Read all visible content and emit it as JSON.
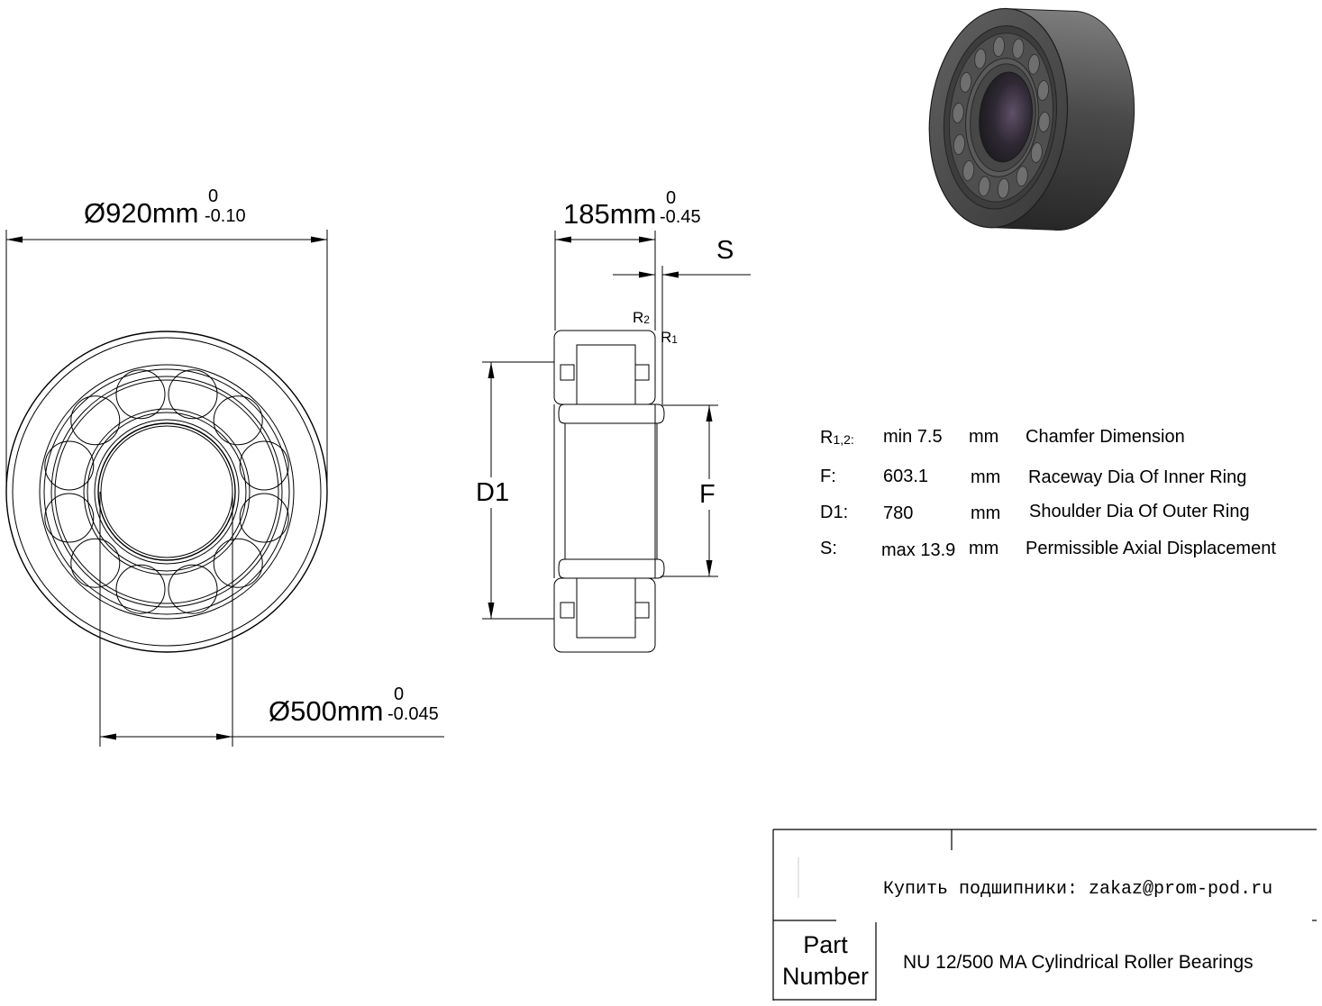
{
  "dimensions": {
    "outer_diameter": {
      "label": "Ø920mm",
      "upper_tol": "0",
      "lower_tol": "-0.10"
    },
    "width": {
      "label": "185mm",
      "upper_tol": "0",
      "lower_tol": "-0.45"
    },
    "bore_diameter": {
      "label": "Ø500mm",
      "upper_tol": "0",
      "lower_tol": "-0.045"
    },
    "axial_displacement": "S",
    "chamfer_r2": {
      "symbol": "R",
      "index": "2"
    },
    "chamfer_r1": {
      "symbol": "R",
      "index": "1"
    },
    "shoulder_dia": "D1",
    "raceway_dia": "F"
  },
  "specs": [
    {
      "symbol": "R",
      "symbol_sub": "1,2:",
      "value": "min 7.5",
      "unit": "mm",
      "description": "Chamfer Dimension"
    },
    {
      "symbol": "F:",
      "value": "603.1",
      "unit": "mm",
      "description": "Raceway Dia Of Inner Ring"
    },
    {
      "symbol": "D1:",
      "value": "780",
      "unit": "mm",
      "description": "Shoulder Dia Of Outer Ring"
    },
    {
      "symbol": "S:",
      "value": "max 13.9",
      "unit": "mm",
      "description": "Permissible Axial Displacement"
    }
  ],
  "title_block": {
    "contact": "Купить подшипники: zakaz@prom-pod.ru",
    "part_label_line1": "Part",
    "part_label_line2": "Number",
    "part_number": "NU 12/500 MA Cylindrical Roller Bearings"
  },
  "colors": {
    "line": "#000000",
    "hatch": "#a8a8a8",
    "render_body": "#4a4a4a",
    "render_bore": "#2e2833"
  }
}
